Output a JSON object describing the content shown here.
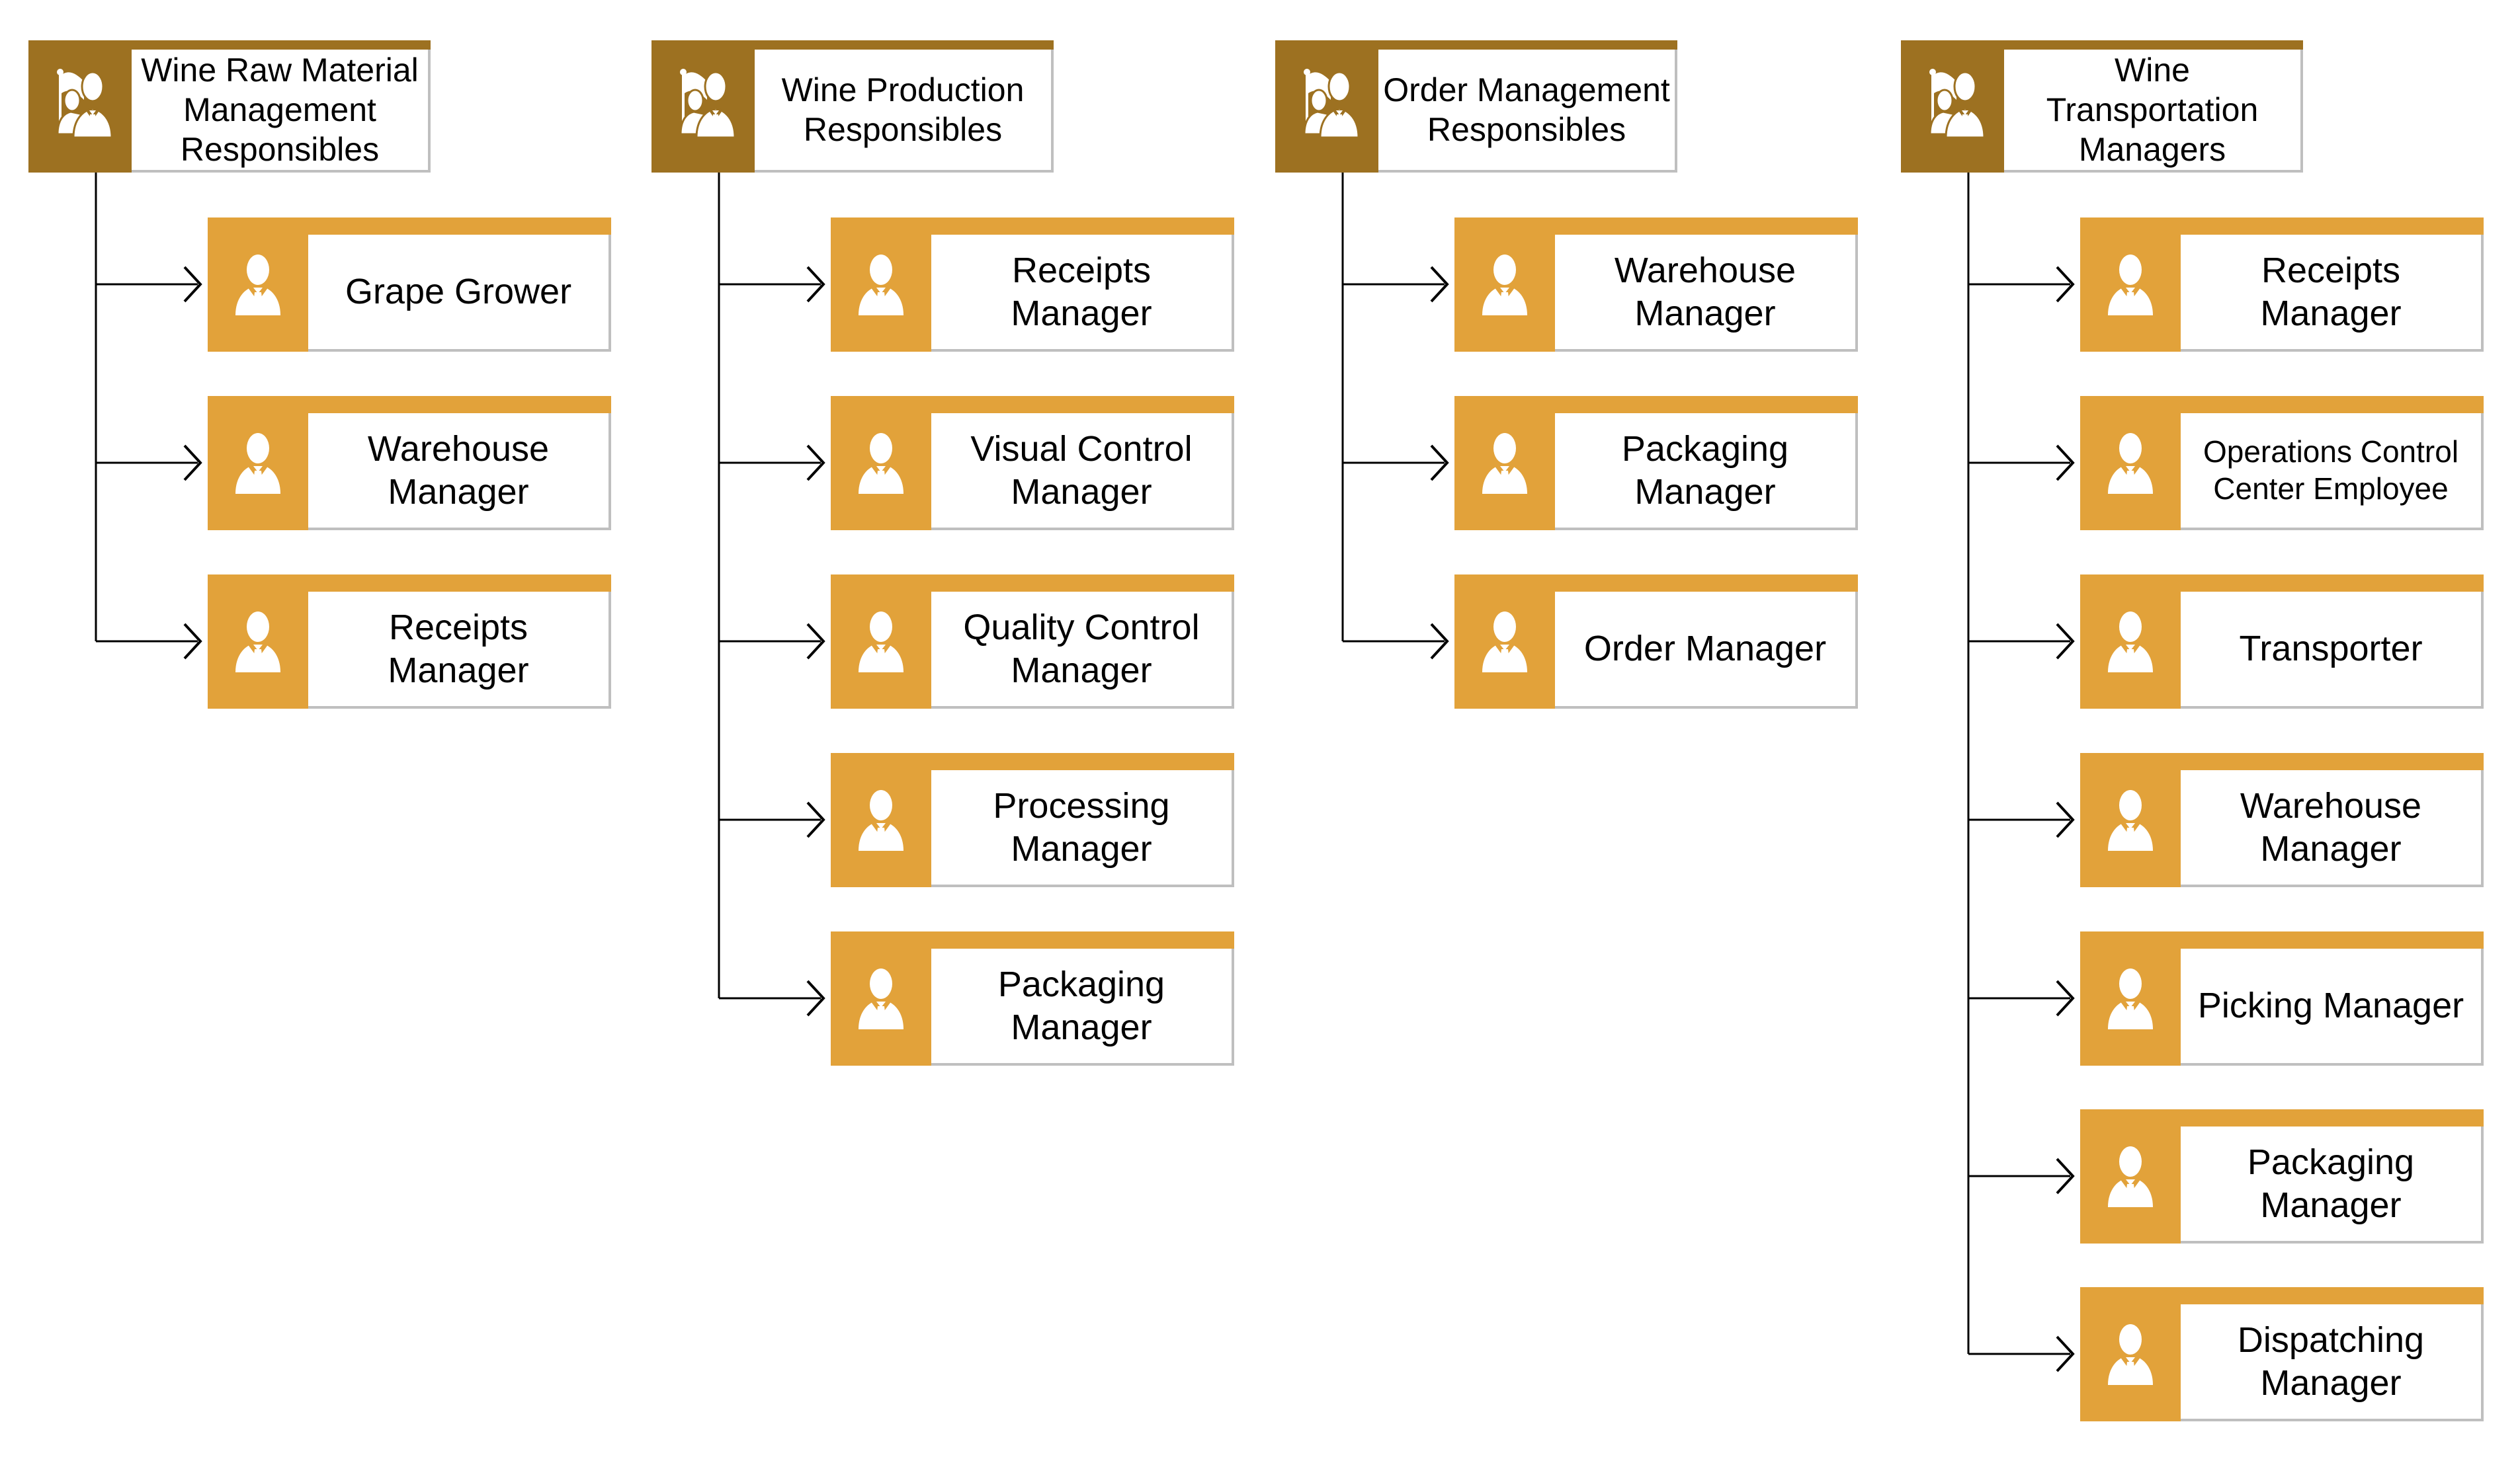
{
  "diagram": {
    "type": "org-chart",
    "background": "#FFFFFF",
    "colors": {
      "group_accent": "#9D7121",
      "member_accent": "#E2A23A",
      "panel_border": "#BFBFBF",
      "connector": "#000000",
      "text": "#000000"
    },
    "icons": {
      "group": "team-flag-icon",
      "member": "person-icon"
    }
  },
  "groups": [
    {
      "label": "Wine Raw Material Management Responsibles",
      "children": [
        {
          "label": "Grape Grower"
        },
        {
          "label": "Warehouse Manager"
        },
        {
          "label": "Receipts Manager"
        }
      ]
    },
    {
      "label": "Wine Production Responsibles",
      "children": [
        {
          "label": "Receipts Manager"
        },
        {
          "label": "Visual Control Manager"
        },
        {
          "label": "Quality Control Manager"
        },
        {
          "label": "Processing Manager"
        },
        {
          "label": "Packaging Manager"
        }
      ]
    },
    {
      "label": "Order Management Responsibles",
      "children": [
        {
          "label": "Warehouse Manager"
        },
        {
          "label": "Packaging Manager"
        },
        {
          "label": "Order Manager"
        }
      ]
    },
    {
      "label": "Wine Transportation Managers",
      "children": [
        {
          "label": "Receipts Manager"
        },
        {
          "label": "Operations Control Center Employee"
        },
        {
          "label": "Transporter"
        },
        {
          "label": "Warehouse Manager"
        },
        {
          "label": "Picking Manager"
        },
        {
          "label": "Packaging Manager"
        },
        {
          "label": "Dispatching Manager"
        }
      ]
    }
  ]
}
